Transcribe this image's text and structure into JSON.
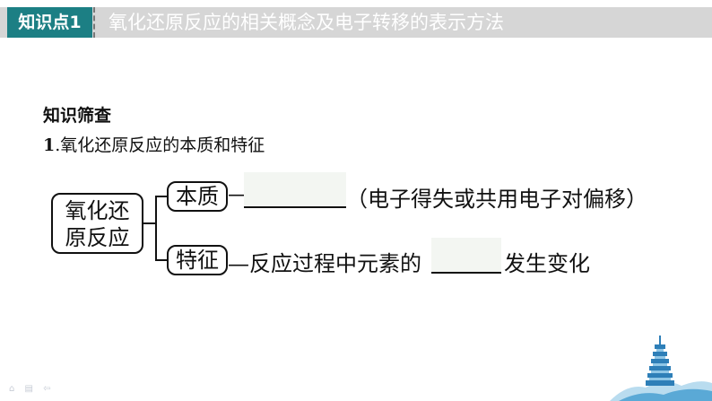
{
  "header": {
    "tag": "知识点1",
    "title": "氧化还原反应的相关概念及电子转移的表示方法"
  },
  "section_heading": "知识筛查",
  "subheading": {
    "number": "1",
    "text": ".氧化还原反应的本质和特征"
  },
  "diagram": {
    "root_line1": "氧化还",
    "root_line2": "原反应",
    "branches": [
      {
        "label": "本质",
        "prefix": "—",
        "suffix": "（电子得失或共用电子对偏移）"
      },
      {
        "label": "特征",
        "prefix": "—反应过程中元素的",
        "suffix": "发生变化"
      }
    ]
  },
  "footer": {
    "icons": [
      "home-icon",
      "back-icon",
      "forward-icon"
    ],
    "glyphs": "⌂ ▤ ⇦"
  }
}
